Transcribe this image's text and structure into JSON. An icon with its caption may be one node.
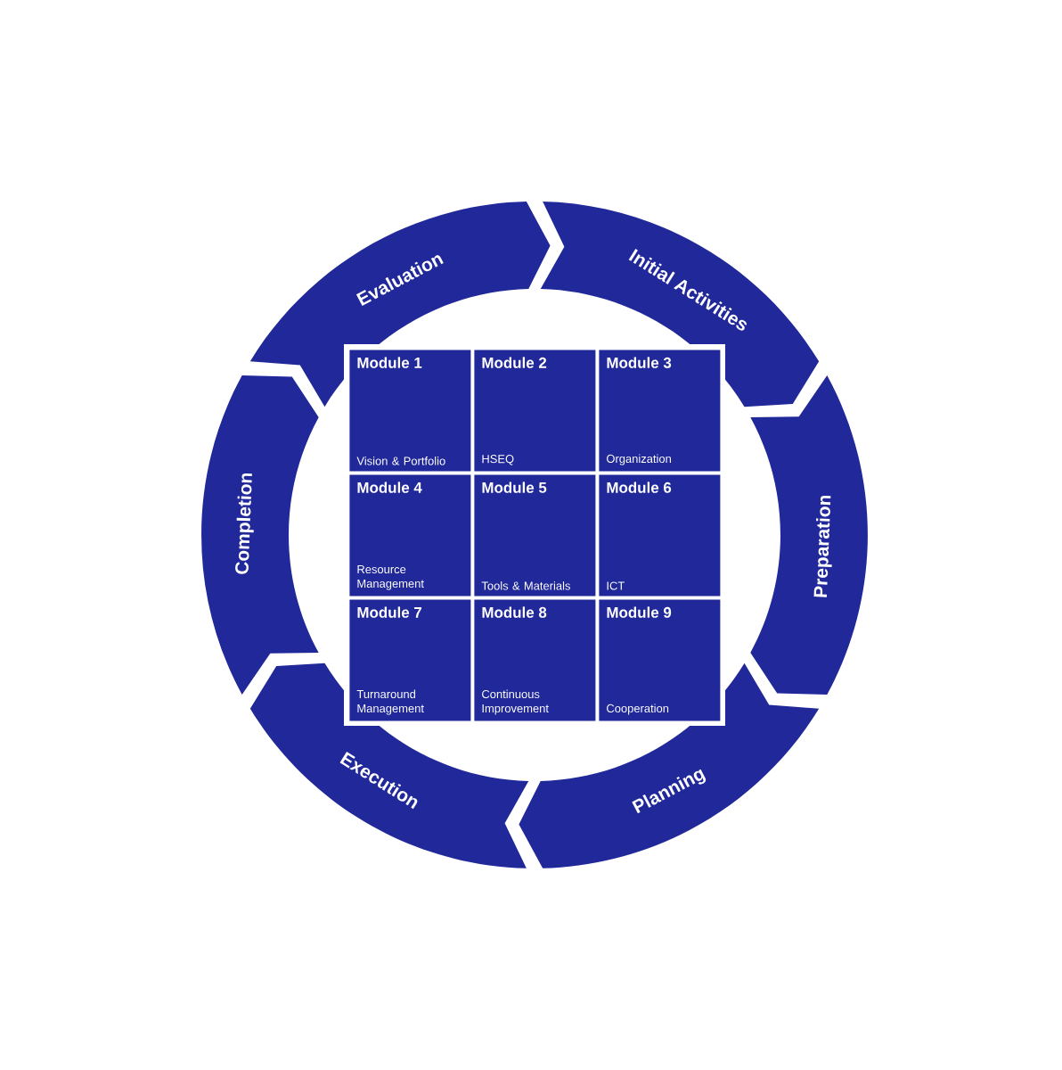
{
  "diagram": {
    "nodes": [
      {
        "text": [
          "Initial Activities"
        ]
      },
      {
        "text": [
          "Preparation"
        ]
      },
      {
        "text": [
          "Planning"
        ]
      },
      {
        "text": [
          "Execution"
        ]
      },
      {
        "text": [
          "Completion"
        ]
      },
      {
        "text": [
          "Evaluation"
        ]
      },
      {
        "text": [
          "Module 1",
          "Vision & Portfolio"
        ]
      },
      {
        "text": [
          "Module 2",
          "HSEQ"
        ]
      },
      {
        "text": [
          "Module 3",
          "Organization"
        ]
      },
      {
        "text": [
          "Module 4",
          "Resource Management"
        ]
      },
      {
        "text": [
          "Module 5",
          "Tools & Materials"
        ]
      },
      {
        "text": [
          "Module 6",
          "ICT"
        ]
      },
      {
        "text": [
          "Module 7",
          "Turnaround Management"
        ]
      },
      {
        "text": [
          "Module 8",
          "Continuous Improvement"
        ]
      },
      {
        "text": [
          "Module 9",
          "Cooperation"
        ]
      }
    ]
  }
}
